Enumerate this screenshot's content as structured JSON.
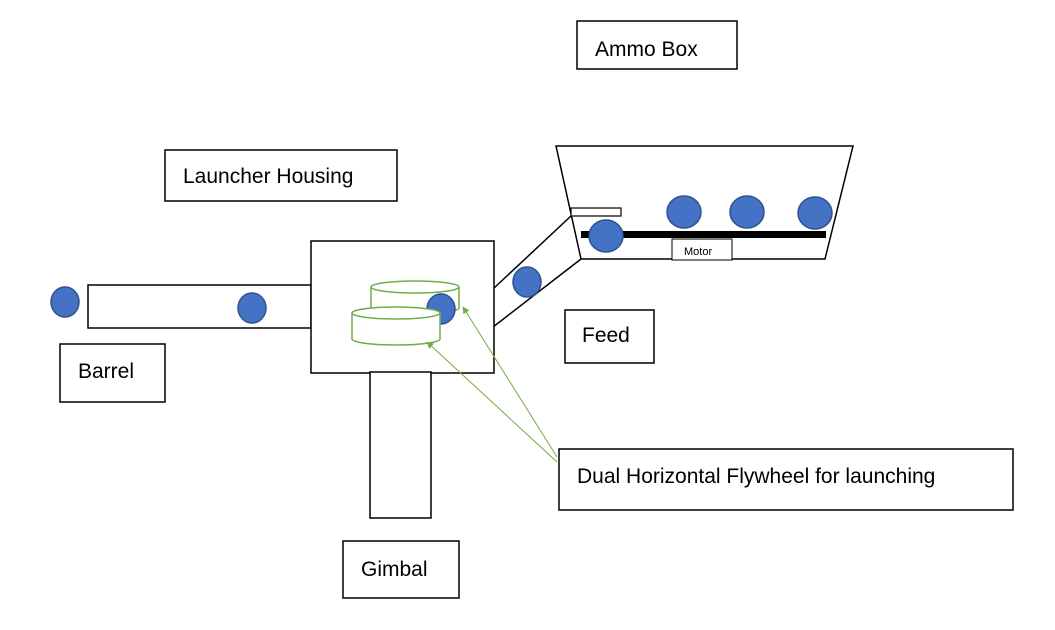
{
  "labels": {
    "ammo_box": "Ammo Box",
    "launcher_housing": "Launcher Housing",
    "barrel": "Barrel",
    "feed": "Feed",
    "gimbal": "Gimbal",
    "flywheel": "Dual Horizontal Flywheel for launching",
    "motor": "Motor"
  },
  "colors": {
    "ball_fill": "#4472c4",
    "ball_stroke": "#2f528f",
    "flywheel": "#70ad47",
    "arrow": "#70ad47",
    "outline": "#000000"
  }
}
